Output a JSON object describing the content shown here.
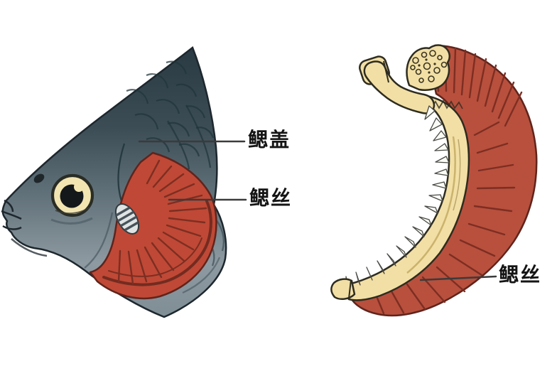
{
  "figure": {
    "description_labels": {
      "gill_cover": "鳃盖",
      "gill_filaments_left": "鳃丝",
      "gill_filaments_right": "鳃丝"
    }
  },
  "colors": {
    "bg": "#ffffff",
    "label_text": "#151515",
    "leader_line": "#3b3b3b",
    "outline_dark": "#1d272d",
    "outline_maroon": "#5f241c",
    "rim_maroon": "#6b281e",
    "head_dark_top": "#2a3a42",
    "head_mid": "#62727a",
    "head_light_bottom": "#93a0a6",
    "scale_line": "#20343c",
    "body_line": "#3f5058",
    "gill_red": "#bf4936",
    "gill_red_right": "#b8503d",
    "gill_red_dark": "#7d2e22",
    "bone_cream": "#f2dfa5",
    "bone_outline": "#2e2c20",
    "eye_cream": "#f2e5b2",
    "eye_pupil": "#15181a",
    "raker_white": "#fbfbf6",
    "raker_outline": "#4a4a46"
  }
}
